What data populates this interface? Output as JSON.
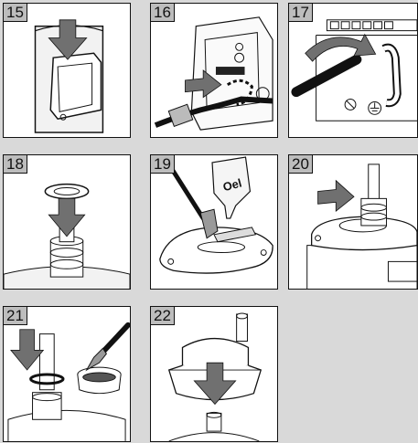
{
  "steps": [
    {
      "number": "15"
    },
    {
      "number": "16"
    },
    {
      "number": "17"
    },
    {
      "number": "18"
    },
    {
      "number": "19"
    },
    {
      "number": "20"
    },
    {
      "number": "21"
    },
    {
      "number": "22"
    }
  ],
  "oil_bottle_label": "Oel",
  "colors": {
    "background": "#d9d9d9",
    "panel": "#ffffff",
    "number_box": "#bdbdbd",
    "arrow": "#707070",
    "line": "#111111"
  },
  "icons": [
    "down-arrow-icon",
    "right-arrow-icon",
    "curved-arrow-icon",
    "ground-symbol-icon",
    "oil-bottle-icon",
    "brush-icon"
  ]
}
